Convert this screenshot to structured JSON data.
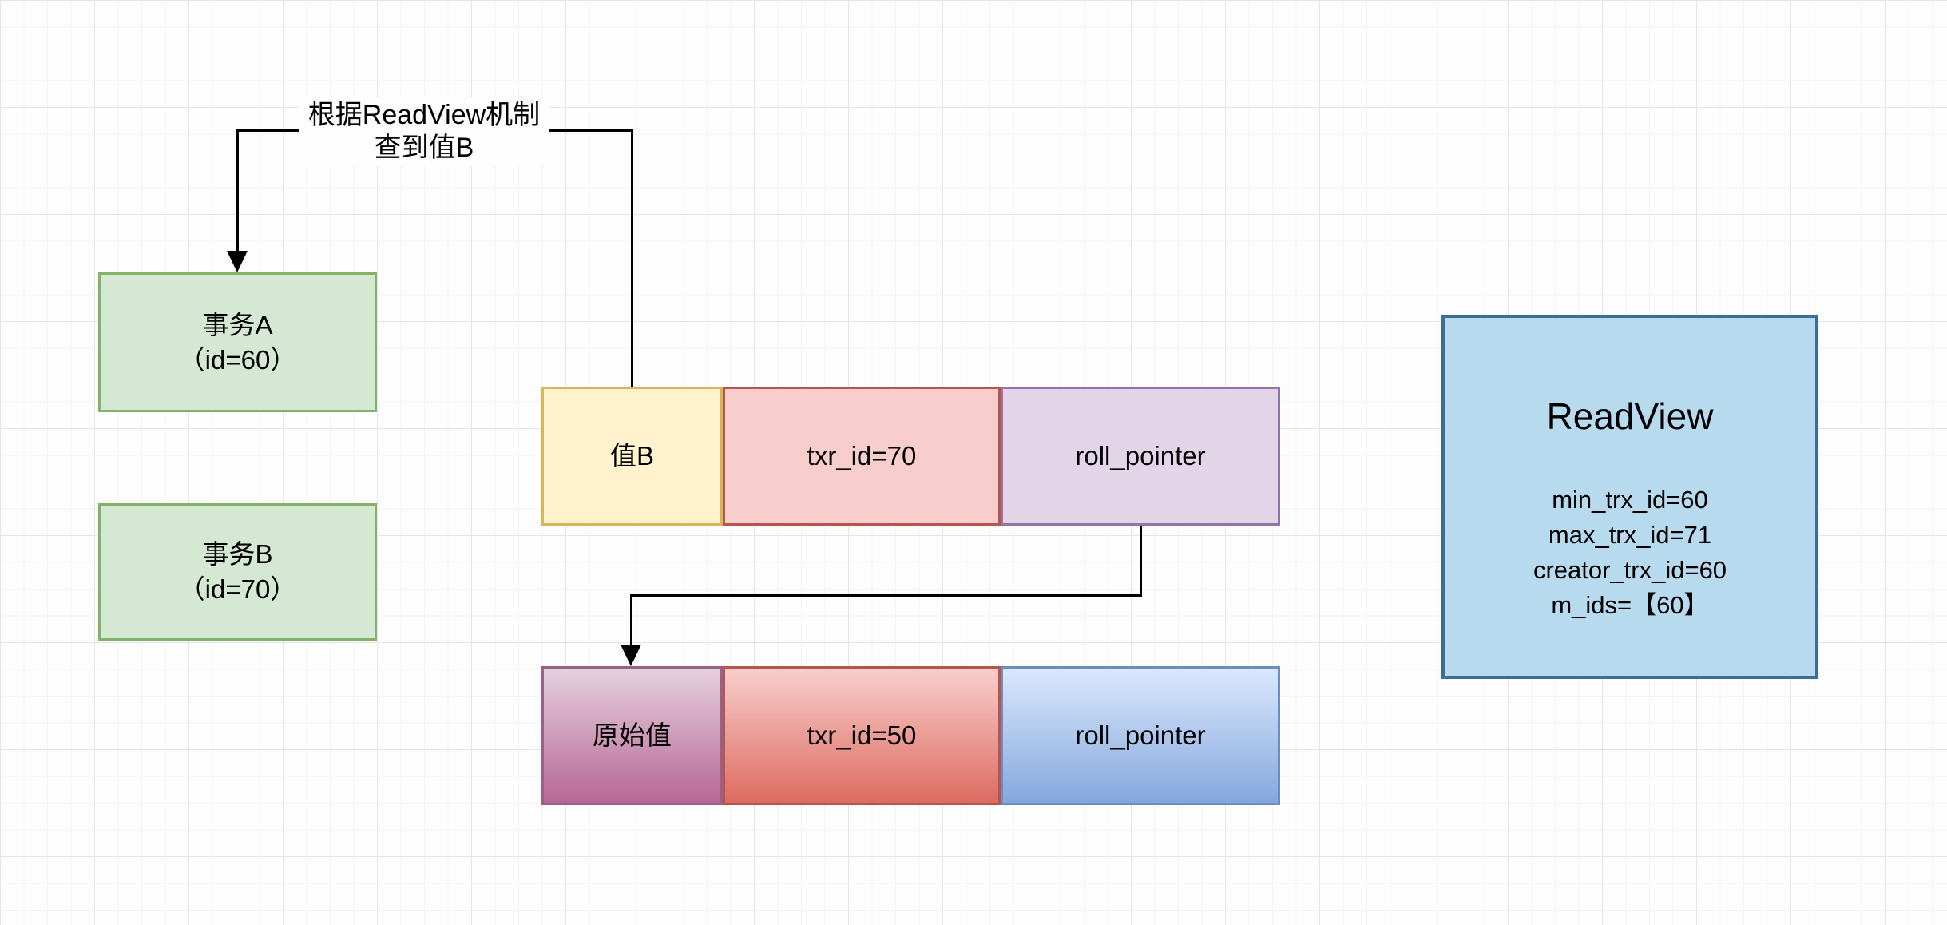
{
  "diagram": {
    "kind": "drawio-style canvas, MVCC ReadView version-chain diagram",
    "annotation": {
      "line1": "根据ReadView机制",
      "line2": "查到值B"
    },
    "nodes": {
      "transaction_a": {
        "title": "事务A",
        "subtitle": "（id=60）"
      },
      "transaction_b": {
        "title": "事务B",
        "subtitle": "（id=70）"
      },
      "row_current": {
        "value_label": "值B",
        "trx_label": "txr_id=70",
        "roll_label": "roll_pointer"
      },
      "row_undo": {
        "value_label": "原始值",
        "trx_label": "txr_id=50",
        "roll_label": "roll_pointer"
      },
      "readview": {
        "title": "ReadView",
        "fields": [
          "min_trx_id=60",
          "max_trx_id=71",
          "creator_trx_id=60",
          "m_ids=【60】"
        ]
      }
    },
    "colors": {
      "canvas_bg": "#fdfdfd",
      "grid_major": "#e6e6e9",
      "grid_minor": "#f4f4f6",
      "green_fill": "#d5e8d4",
      "green_stroke": "#82b366",
      "yellow_fill": "#fff2cc",
      "yellow_stroke": "#d6b656",
      "red_fill": "#f8cecc",
      "red_stroke": "#b85450",
      "purple_fill": "#e1d5e7",
      "purple_stroke": "#9673a6",
      "plum_gradient_bottom": "#b56795",
      "plum_stroke": "#996185",
      "red_gradient_bottom": "#dd6b60",
      "blue_gradient_top": "#dae8fc",
      "blue_gradient_bottom": "#84a7dd",
      "blue_stroke": "#6c8ebf",
      "readview_fill": "#b8daee",
      "readview_stroke": "#3a6e96",
      "edge_color": "#000000"
    }
  }
}
